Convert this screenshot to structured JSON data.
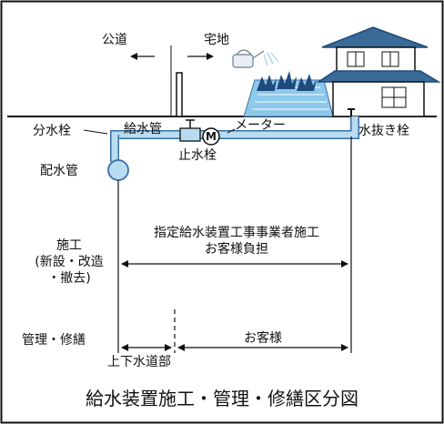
{
  "labels": {
    "public_road": "公道",
    "residential_land": "宅地",
    "branch_fitting": "分水栓",
    "service_pipe": "給水管",
    "meter": "メーター",
    "drain_valve": "水抜き栓",
    "stop_valve": "止水栓",
    "distribution_main": "配水管",
    "meter_symbol": "M"
  },
  "rows": {
    "construction": {
      "label_line1": "施工",
      "label_line2": "(新設・改造",
      "label_line3": "・撤去)",
      "text_line1": "指定給水装置工事事業者施工",
      "text_line2": "お客様負担"
    },
    "management": {
      "label": "管理・修繕",
      "customer": "お客様",
      "utility": "上下水道部"
    }
  },
  "title": "給水装置施工・管理・修繕区分図",
  "colors": {
    "pipe": "#b9dcf0",
    "pipe_stroke": "#3a6ea5",
    "roof": "#3a6a98",
    "leaves": "#1e4a7c",
    "mound": "#8ec8ea",
    "ink": "#111111"
  }
}
